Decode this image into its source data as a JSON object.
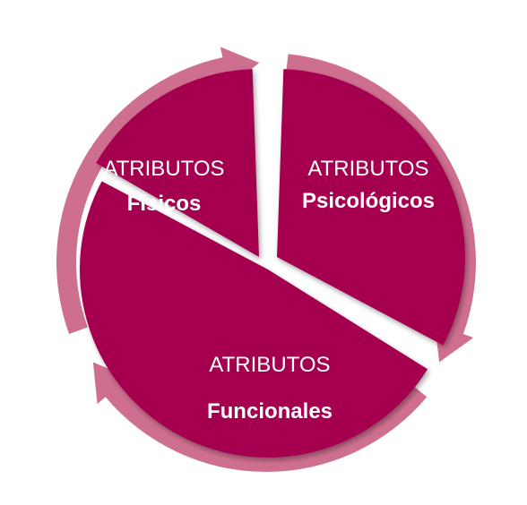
{
  "colors": {
    "segment": "#a5004f",
    "arrow": "#cf6f90",
    "text": "#ffffff",
    "background": "#ffffff"
  },
  "segments": [
    {
      "id": "fisicos",
      "line1": "ATRIBUTOS",
      "line2": "Físicos"
    },
    {
      "id": "psicologicos",
      "line1": "ATRIBUTOS",
      "line2": "Psicológicos"
    },
    {
      "id": "funcionales",
      "line1": "ATRIBUTOS",
      "line2": "Funcionales"
    }
  ],
  "arrows": [
    {
      "id": "top",
      "icon": "curved-arrow-icon"
    },
    {
      "id": "right",
      "icon": "curved-arrow-icon"
    },
    {
      "id": "left",
      "icon": "curved-arrow-icon"
    }
  ]
}
